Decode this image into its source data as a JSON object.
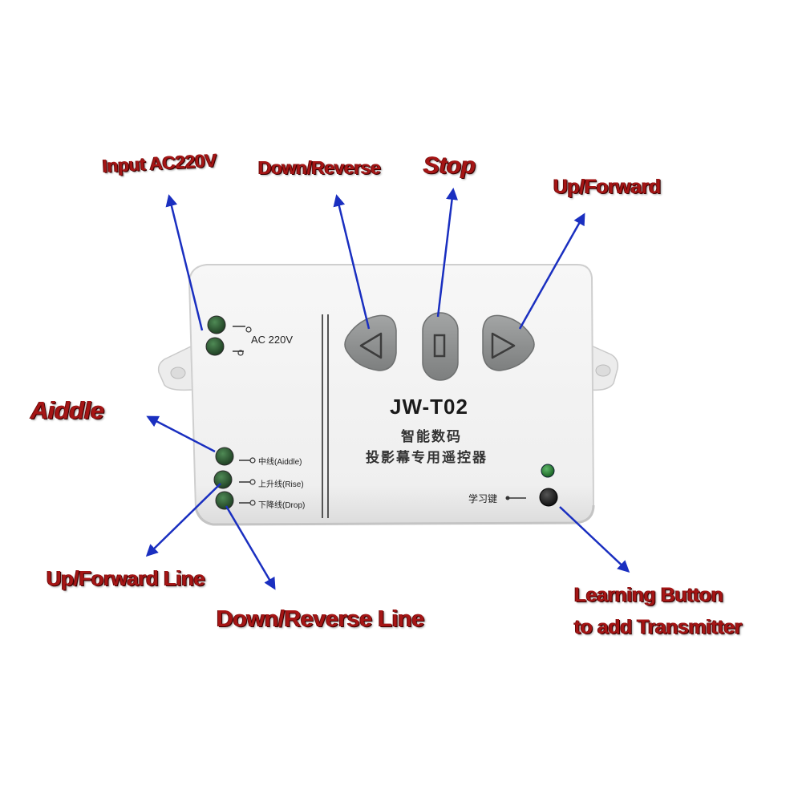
{
  "device": {
    "model": "JW-T02",
    "subtitle_line1": "智能数码",
    "subtitle_line2": "投影幕专用遥控器",
    "ac_label": "AC 220V",
    "terminal_middle": "中线(Aiddle)",
    "terminal_rise": "上升线(Rise)",
    "terminal_drop": "下降线(Drop)",
    "learn_key": "学习键"
  },
  "callouts": {
    "input_ac": "Input AC220V",
    "down_reverse": "Down/Reverse",
    "stop": "Stop",
    "up_forward": "Up/Forward",
    "aiddle": "Aiddle",
    "up_forward_line": "Up/Forward Line",
    "down_reverse_line": "Down/Reverse Line",
    "learning_line1": "Learning Button",
    "learning_line2": "to add Transmitter"
  },
  "colors": {
    "label_red": "#a51515",
    "arrow_blue": "#1a2fc0",
    "button_gray": "#8e9090",
    "led_green": "#1f6e2a",
    "body_white": "#f4f4f4"
  },
  "icons": [
    "left-arrow-icon",
    "stop-icon",
    "right-arrow-icon"
  ]
}
